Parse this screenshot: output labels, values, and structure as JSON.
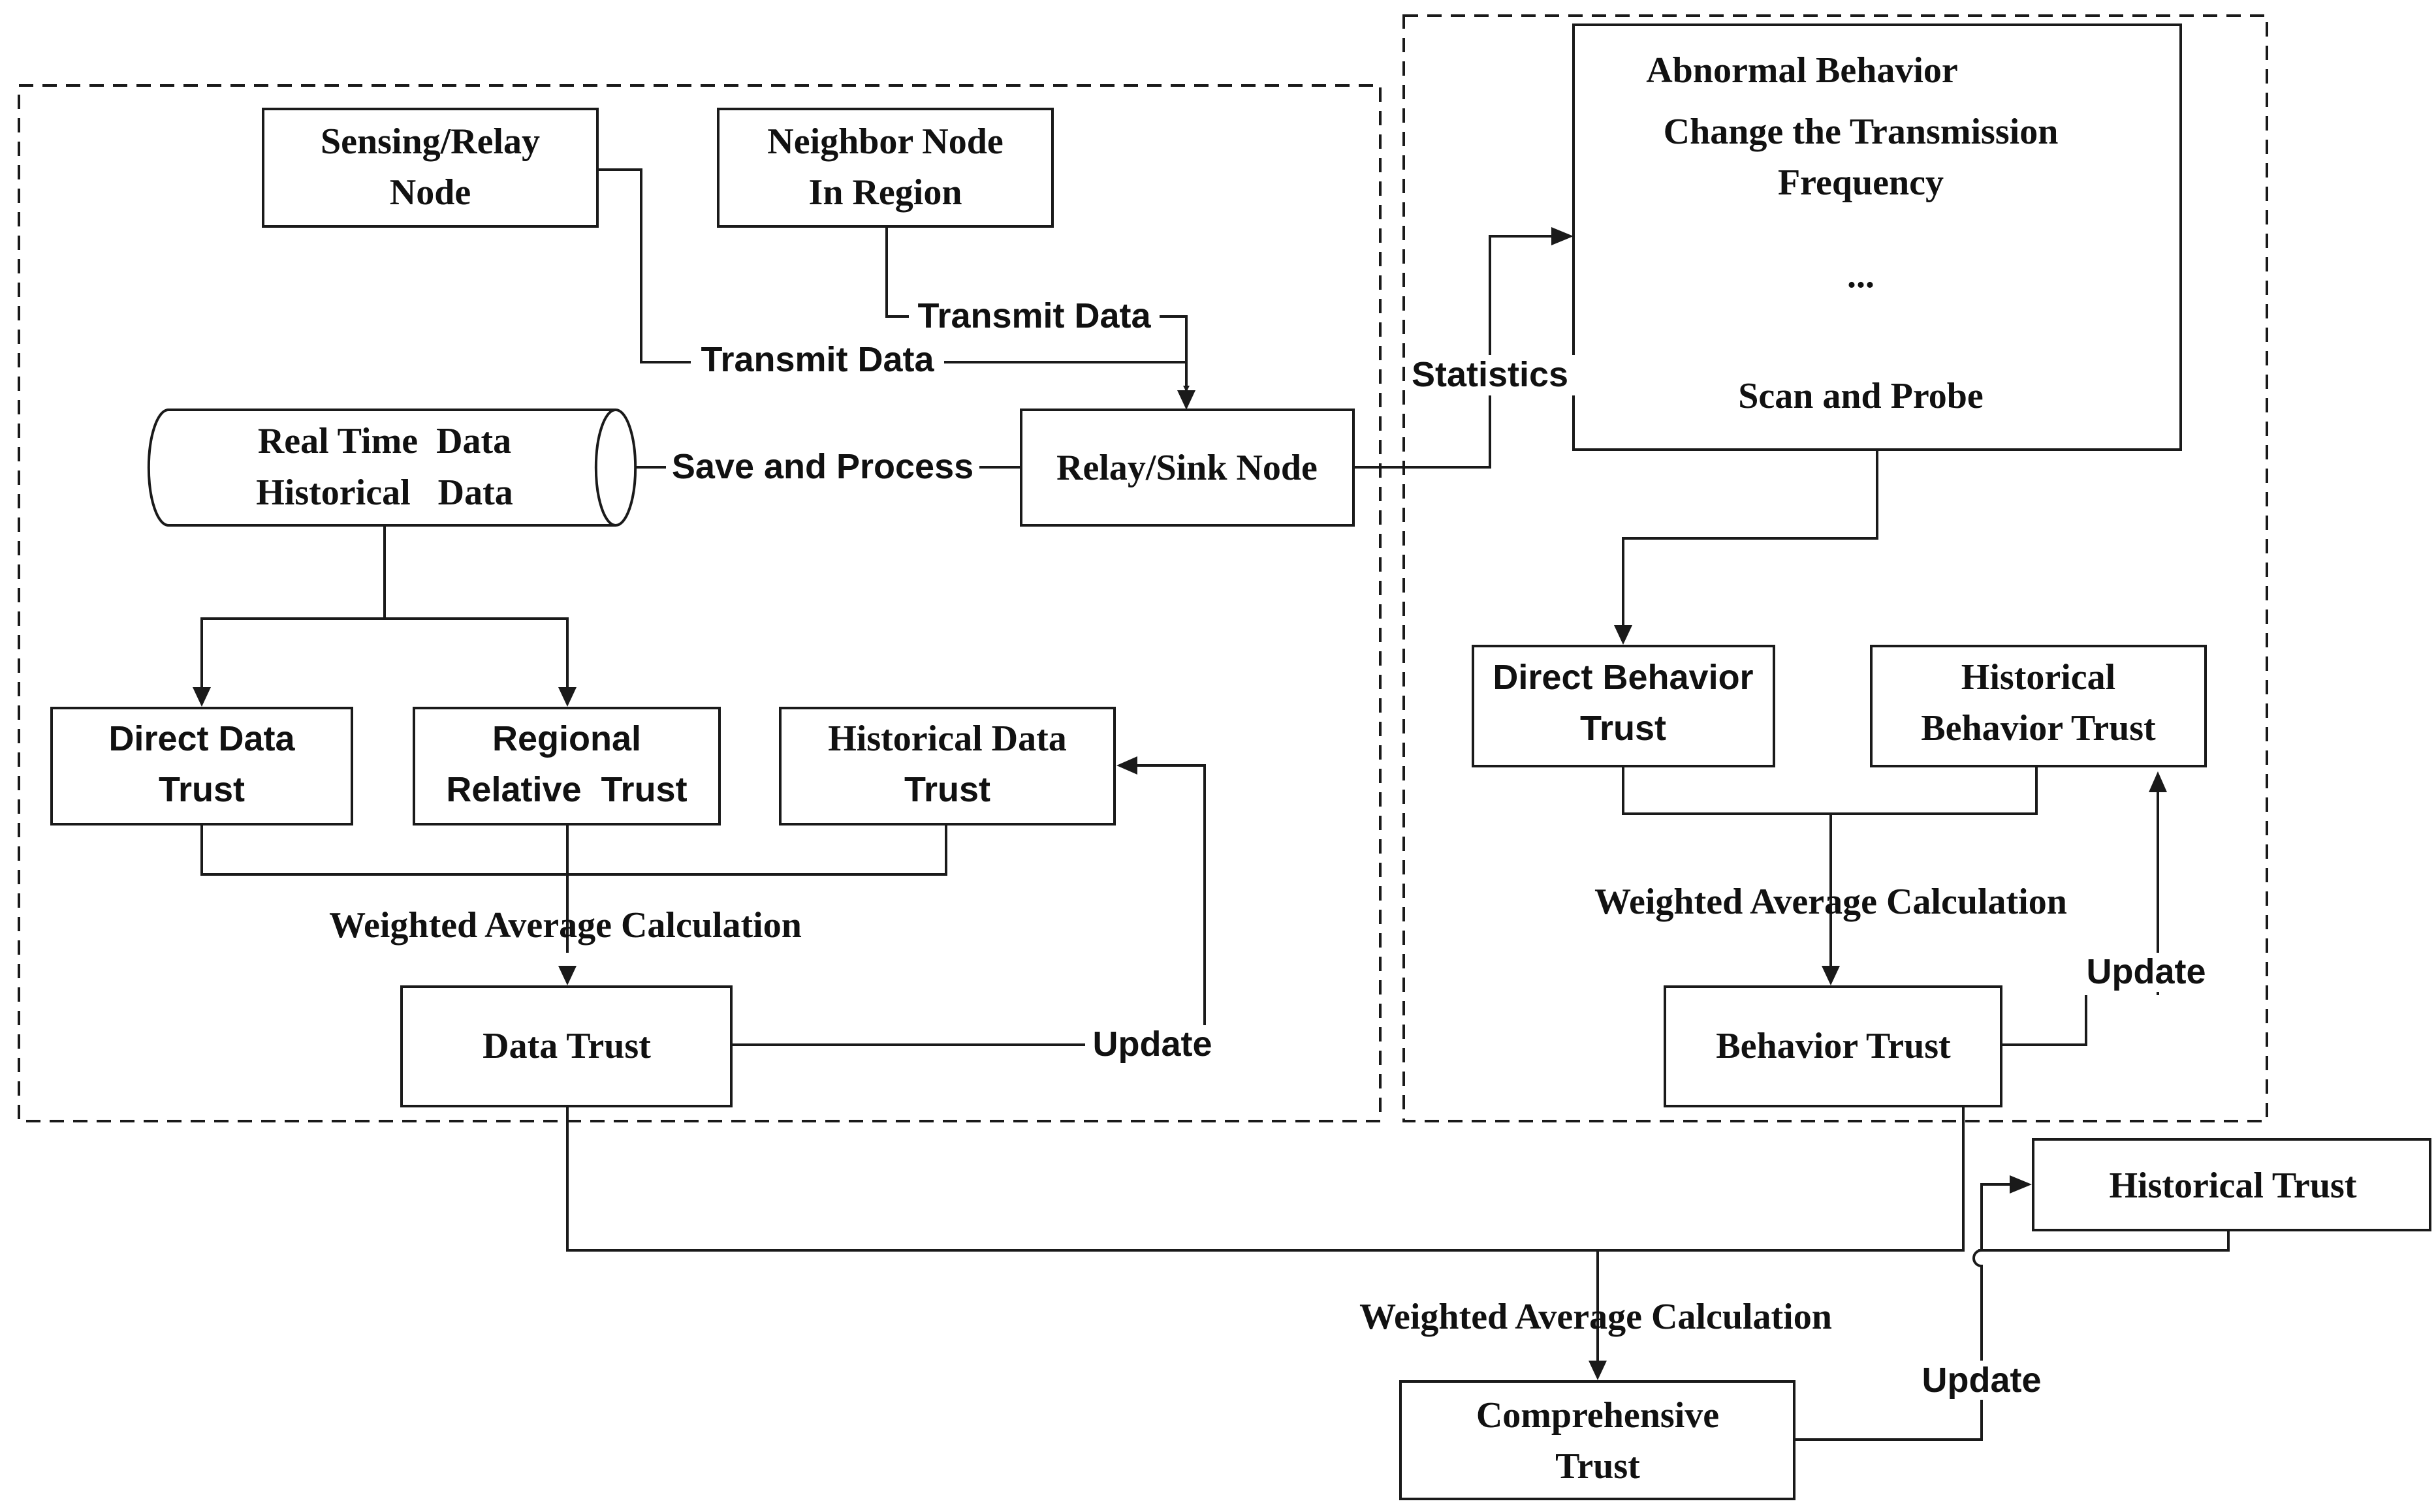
{
  "nodes": {
    "sensing_relay": [
      "Sensing/Relay",
      "Node"
    ],
    "neighbor": [
      "Neighbor Node",
      "In Region"
    ],
    "storage": [
      "Real Time  Data",
      "Historical   Data"
    ],
    "relay_sink": "Relay/Sink Node",
    "direct_data": [
      "Direct Data",
      "Trust"
    ],
    "regional": [
      "Regional",
      "Relative  Trust"
    ],
    "historical_data": [
      "Historical Data",
      "Trust"
    ],
    "data_trust": "Data Trust",
    "abnormal": {
      "title": "Abnormal Behavior",
      "line1": "Change the Transmission",
      "line2": "Frequency",
      "ellipsis": "...",
      "line3": "Scan and Probe"
    },
    "direct_behavior": [
      "Direct Behavior",
      "Trust"
    ],
    "historical_behavior": [
      "Historical",
      "Behavior Trust"
    ],
    "behavior_trust": "Behavior Trust",
    "historical_trust": "Historical Trust",
    "comprehensive": [
      "Comprehensive",
      "Trust"
    ]
  },
  "labels": {
    "transmit_1": "Transmit Data",
    "transmit_2": "Transmit Data",
    "save_process": "Save and Process",
    "statistics": "Statistics",
    "weighted_left": "Weighted Average Calculation",
    "weighted_right": "Weighted Average Calculation",
    "weighted_bottom": "Weighted Average Calculation",
    "update_left": "Update",
    "update_right": "Update",
    "update_bottom": "Update"
  }
}
